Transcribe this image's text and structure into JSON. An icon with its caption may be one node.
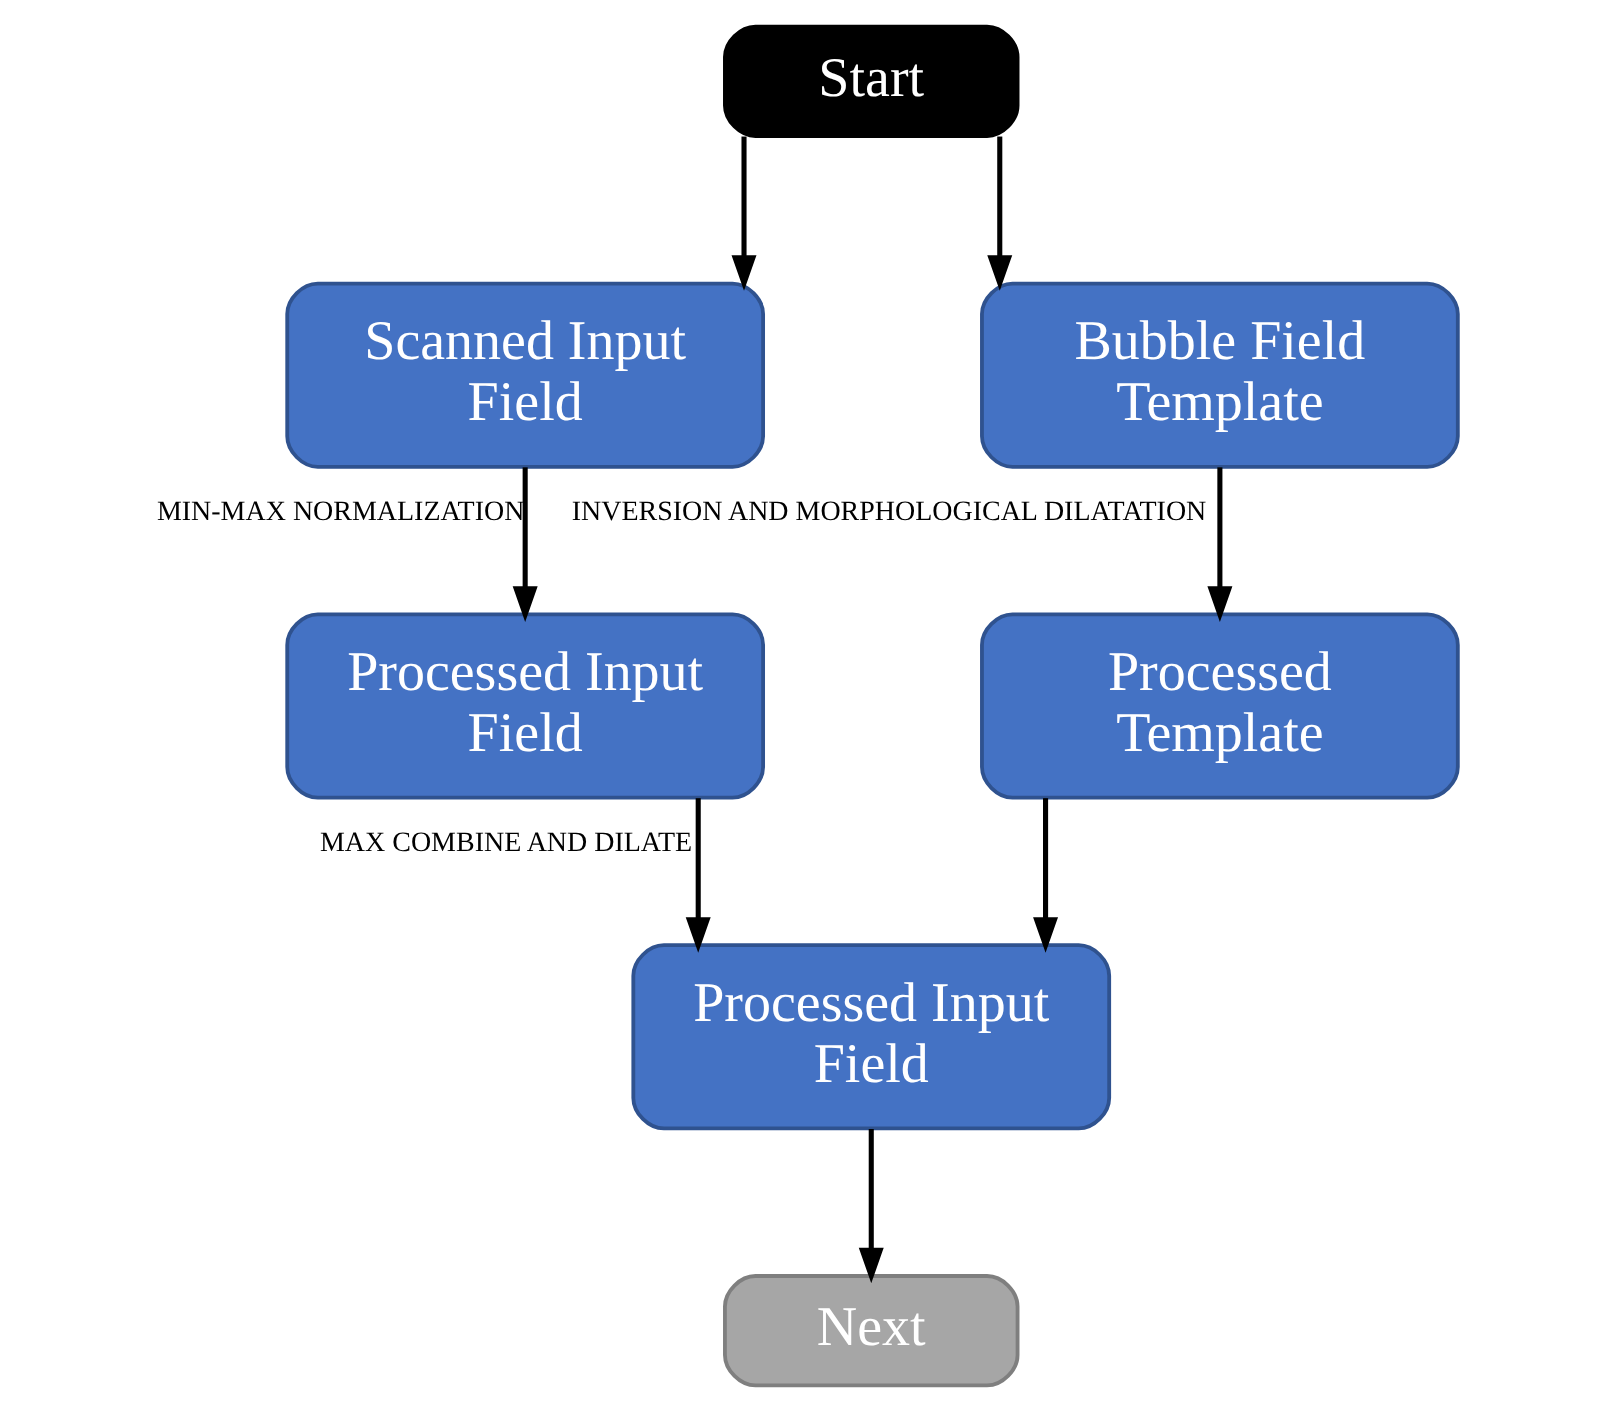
{
  "diagram": {
    "nodes": [
      {
        "text": [
          "Start"
        ]
      },
      {
        "text": [
          "Scanned Input Field"
        ]
      },
      {
        "text": [
          "Bubble Field Template"
        ]
      },
      {
        "text": [
          "Processed Input Field"
        ]
      },
      {
        "text": [
          "Processed Template"
        ]
      },
      {
        "text": [
          "Processed Input Field"
        ]
      },
      {
        "text": [
          "Next"
        ]
      }
    ],
    "edges": [
      {
        "from": 0,
        "to": 1,
        "arrow": "to"
      },
      {
        "from": 0,
        "to": 2,
        "arrow": "to"
      },
      {
        "from": 1,
        "to": 3,
        "arrow": "to",
        "label": "MIN-MAX NORMALIZATION"
      },
      {
        "from": 2,
        "to": 4,
        "arrow": "to",
        "label": "INVERSION AND MORPHOLOGICAL DILATATION"
      },
      {
        "from": 3,
        "to": 5,
        "arrow": "to",
        "label": "MAX COMBINE AND DILATE"
      },
      {
        "from": 4,
        "to": 5,
        "arrow": "to"
      },
      {
        "from": 5,
        "to": 6,
        "arrow": "to"
      }
    ]
  }
}
